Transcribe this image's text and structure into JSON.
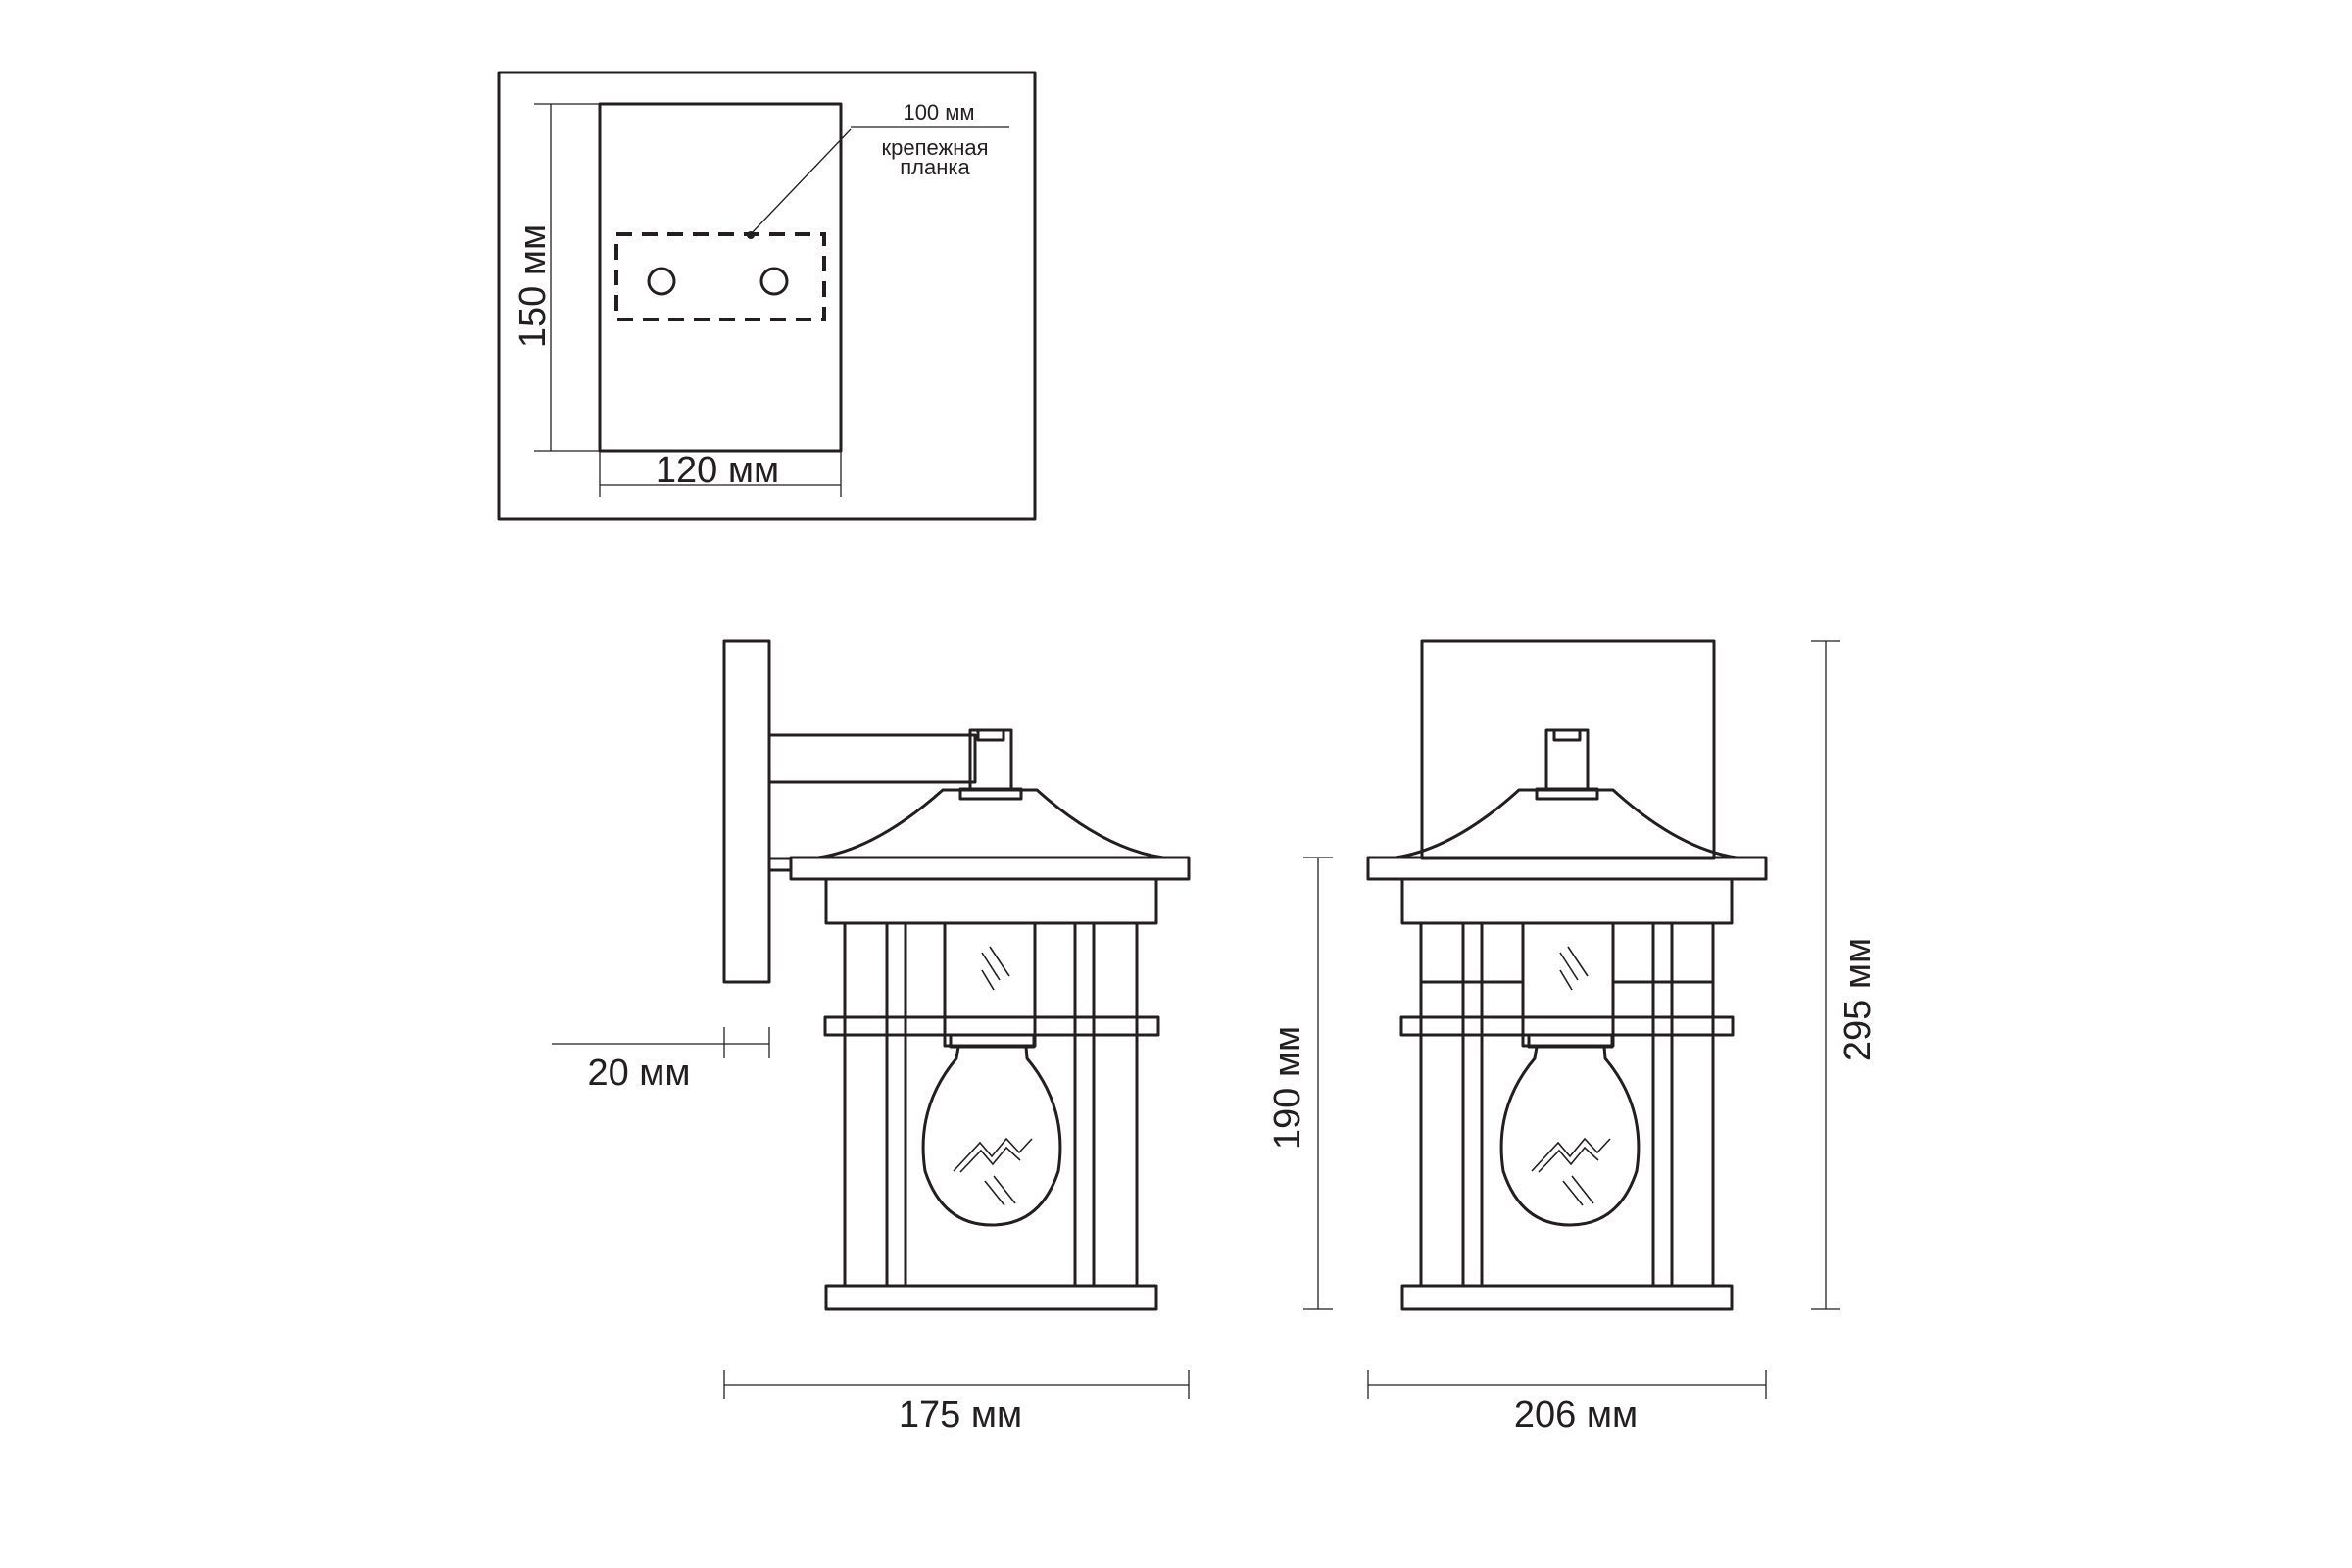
{
  "mounting_plate": {
    "height_label": "150 мм",
    "width_label": "120 мм",
    "hole_spacing_label": "100 мм",
    "bracket_label_line1": "крепежная",
    "bracket_label_line2": "планка"
  },
  "side_view": {
    "depth_label": "20 мм",
    "width_label": "175 мм"
  },
  "front_view": {
    "body_height_label": "190 мм",
    "width_label": "206 мм",
    "total_height_label": "295 мм"
  }
}
